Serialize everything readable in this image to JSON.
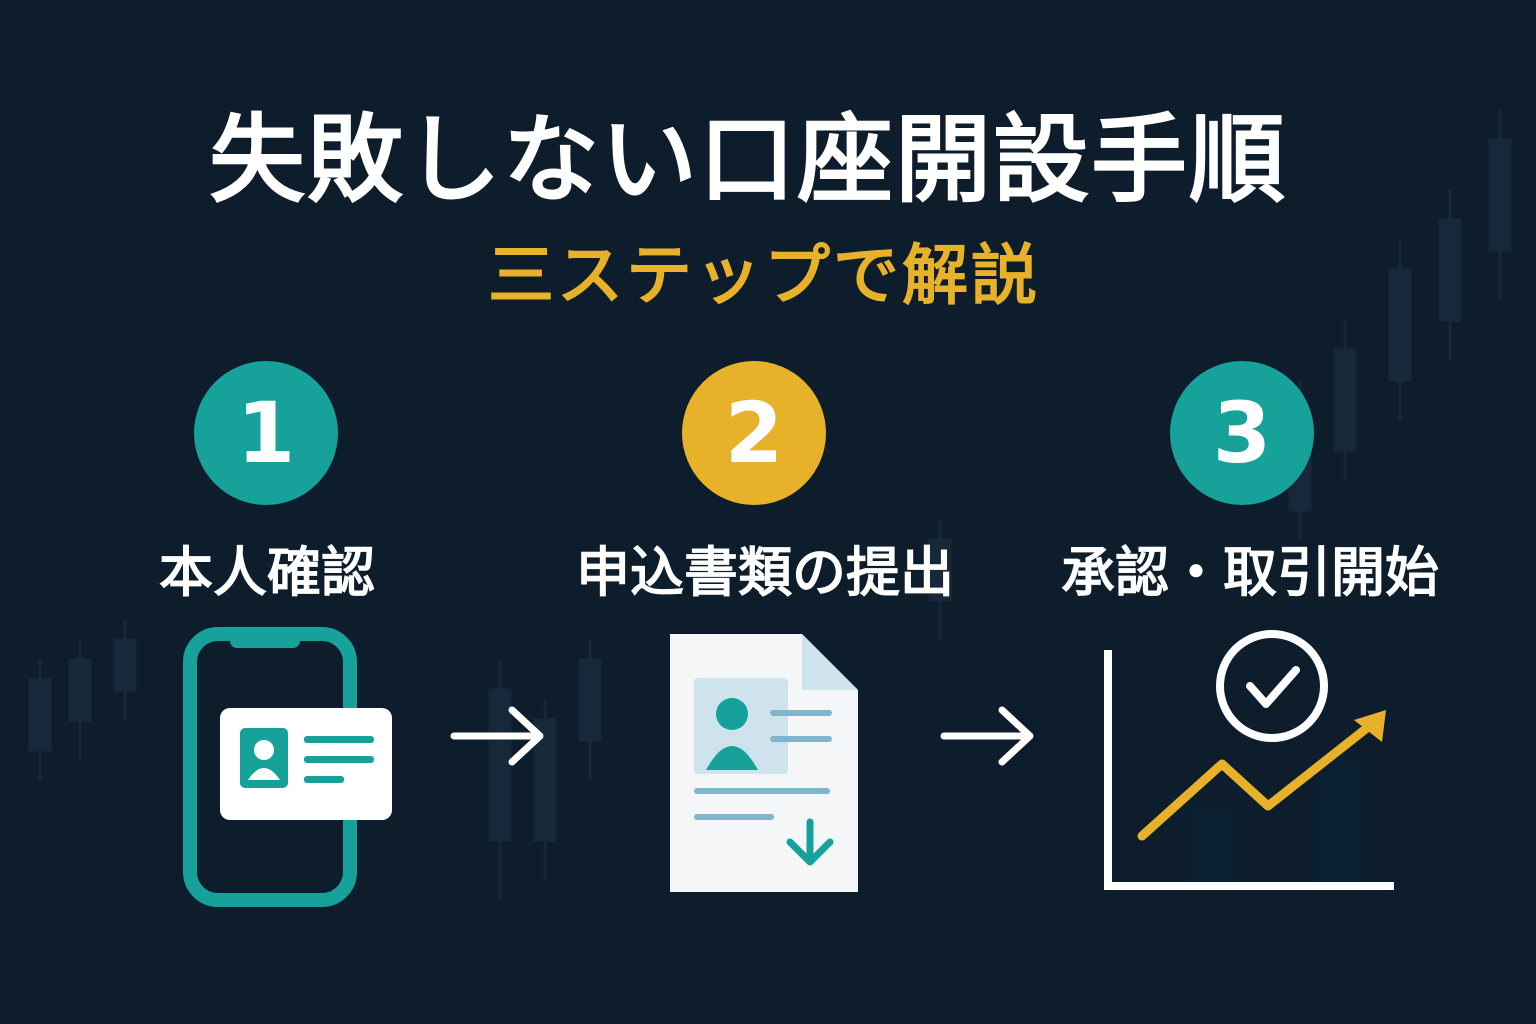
{
  "title": "失敗しない口座開設手順",
  "subtitle": "三ステップで解説",
  "colors": {
    "background": "#0e1d2b",
    "teal": "#16a19b",
    "gold": "#e8b12a",
    "white": "#ffffff"
  },
  "steps": [
    {
      "number": "1",
      "label": "本人確認",
      "color": "#16a19b",
      "icon": "phone-id-card-icon"
    },
    {
      "number": "2",
      "label": "申込書類の提出",
      "color": "#e8b12a",
      "icon": "document-upload-icon"
    },
    {
      "number": "3",
      "label": "承認・取引開始",
      "color": "#16a19b",
      "icon": "growth-chart-check-icon"
    }
  ]
}
